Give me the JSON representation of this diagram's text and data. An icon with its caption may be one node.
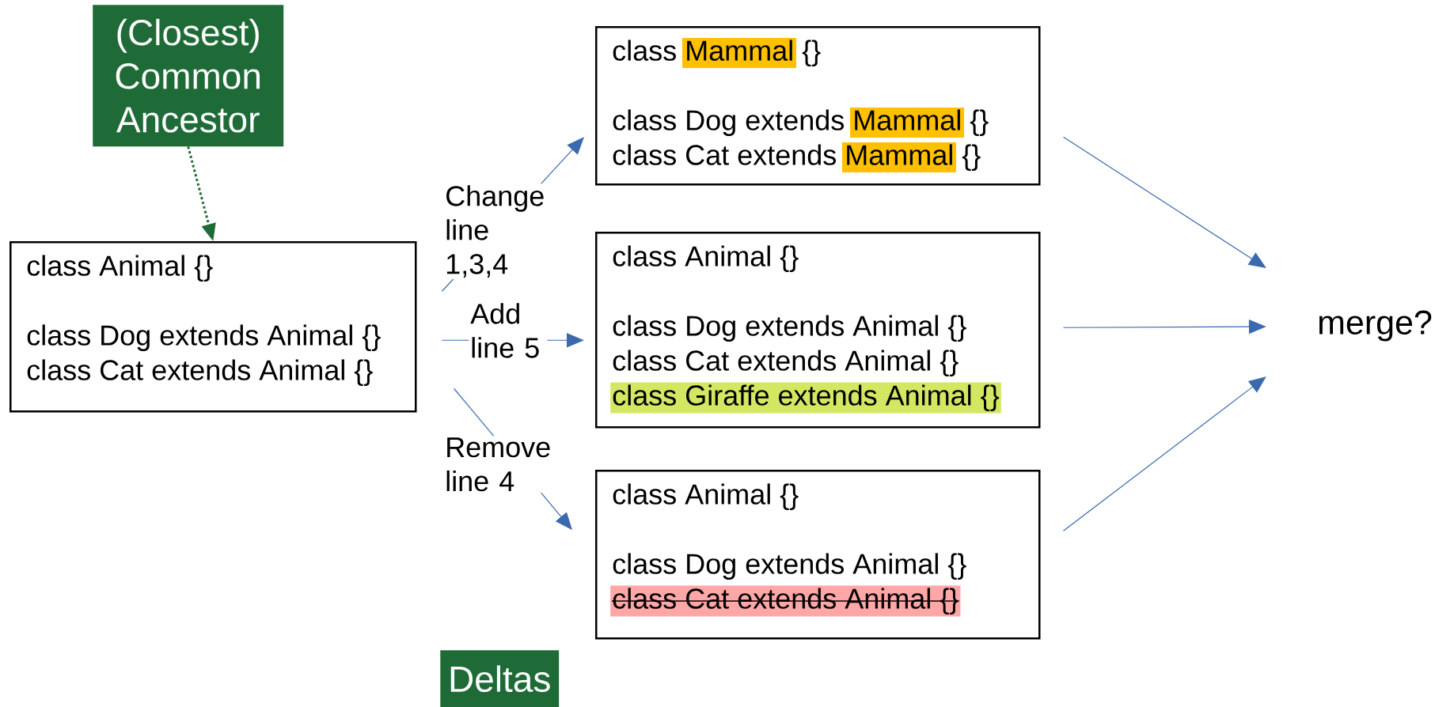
{
  "diagram": {
    "nodes": [
      {
        "text": [
          "(Closest) Common Ancestor"
        ]
      },
      {
        "text": [
          "class Animal {}",
          "class Dog extends Animal {}",
          "class Cat extends Animal {}"
        ]
      },
      {
        "text": [
          "class Mammal {}",
          "class Dog extends Mammal {}",
          "class Cat extends Mammal {}"
        ]
      },
      {
        "text": [
          "class Animal {}",
          "class Dog extends Animal {}",
          "class Cat extends Animal {}",
          "class Giraffe extends Animal {}"
        ]
      },
      {
        "text": [
          "class Animal {}",
          "class Dog extends Animal {}",
          "class Cat extends Animal {}"
        ]
      },
      {
        "text": [
          "merge?"
        ]
      },
      {
        "text": [
          "Deltas"
        ]
      }
    ],
    "edges": [
      {
        "from": 0,
        "to": 1,
        "arrow": "to",
        "style": "dashed",
        "color": "#1e6b37"
      },
      {
        "from": 1,
        "to": 2,
        "arrow": "to",
        "label": "Change line 1,3,4"
      },
      {
        "from": 1,
        "to": 3,
        "arrow": "to",
        "label": "Add line 5"
      },
      {
        "from": 1,
        "to": 4,
        "arrow": "to",
        "label": "Remove line 4"
      },
      {
        "from": 2,
        "to": 5,
        "arrow": "to"
      },
      {
        "from": 3,
        "to": 5,
        "arrow": "to"
      },
      {
        "from": 4,
        "to": 5,
        "arrow": "to"
      }
    ]
  }
}
